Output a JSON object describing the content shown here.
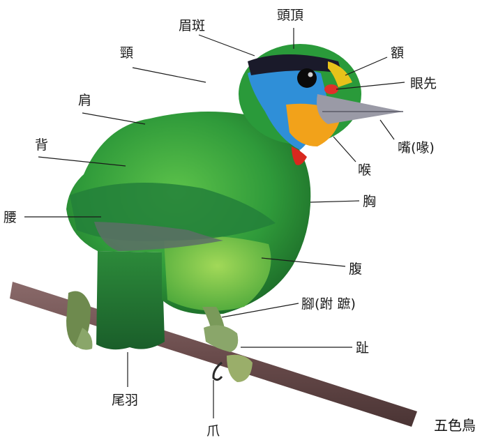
{
  "labels": {
    "crown": "頭頂",
    "eyebrow": "眉斑",
    "forehead": "額",
    "nape": "頸",
    "lore": "眼先",
    "shoulder": "肩",
    "bill": "嘴(喙)",
    "back": "背",
    "throat": "喉",
    "chest": "胸",
    "rump": "腰",
    "belly": "腹",
    "leg": "腳(跗 蹠)",
    "toe": "趾",
    "tail": "尾羽",
    "claw": "爪"
  },
  "caption": "五色鳥",
  "colors": {
    "body_green": "#2f9a3a",
    "dark_green": "#1f6e2a",
    "head_blue": "#2f8fd8",
    "head_black": "#1a1a2a",
    "forehead_yellow": "#e8c21a",
    "lore_red": "#e0302a",
    "throat_orange": "#f2a21a",
    "bill_grey": "#9a9aa6",
    "branch_brown": "#6a4c4c"
  }
}
